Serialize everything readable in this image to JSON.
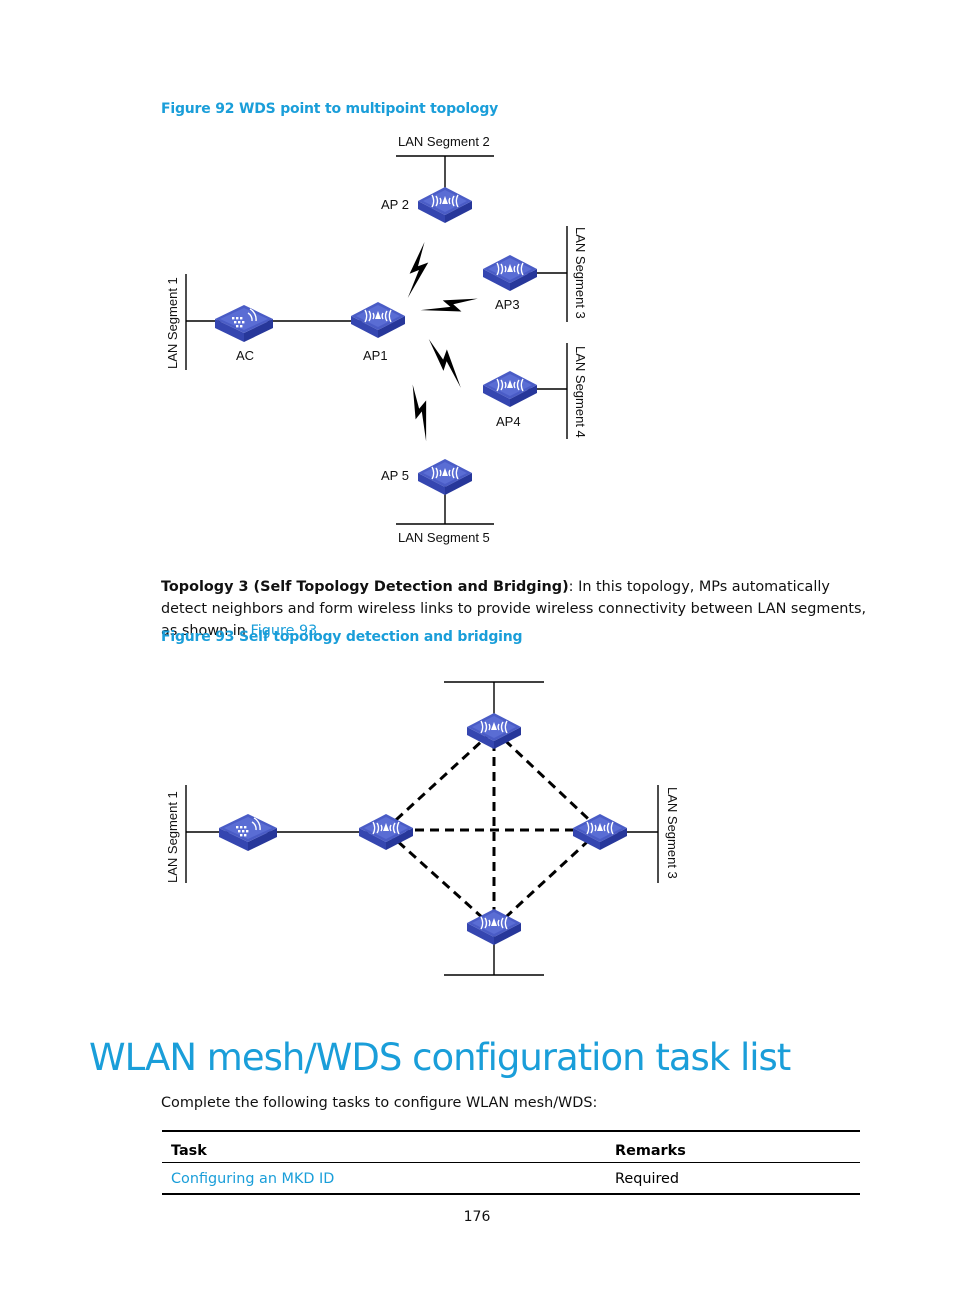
{
  "figure92": {
    "caption": "Figure 92 WDS point to multipoint topology",
    "labels": {
      "lan_segment_1": "LAN Segment 1",
      "lan_segment_2": "LAN Segment 2",
      "lan_segment_3": "LAN Segment 3",
      "lan_segment_4": "LAN Segment 4",
      "lan_segment_5": "LAN Segment 5",
      "ac": "AC",
      "ap1": "AP1",
      "ap2": "AP 2",
      "ap3": "AP3",
      "ap4": "AP4",
      "ap5": "AP 5"
    }
  },
  "topology3": {
    "term": "Topology 3 (Self Topology Detection and Bridging)",
    "text_before_link": ": In this topology, MPs automatically detect neighbors and form wireless links to provide wireless connectivity between LAN segments, as shown in ",
    "link": "Figure 93",
    "text_after_link": "."
  },
  "figure93": {
    "caption": "Figure 93 Self topology detection and bridging",
    "labels": {
      "lan_segment_1": "LAN Segment 1",
      "lan_segment_3": "LAN Segment 3"
    }
  },
  "section": {
    "heading": "WLAN mesh/WDS configuration task list",
    "intro": "Complete the following tasks to configure WLAN mesh/WDS:"
  },
  "table": {
    "headers": [
      "Task",
      "Remarks"
    ],
    "rows": [
      {
        "task": "Configuring an MKD ID",
        "remarks": "Required"
      }
    ]
  },
  "page_number": "176",
  "colors": {
    "accent": "#1a9ed9",
    "device_top": "#4a5cc6",
    "device_side": "#27379a"
  }
}
